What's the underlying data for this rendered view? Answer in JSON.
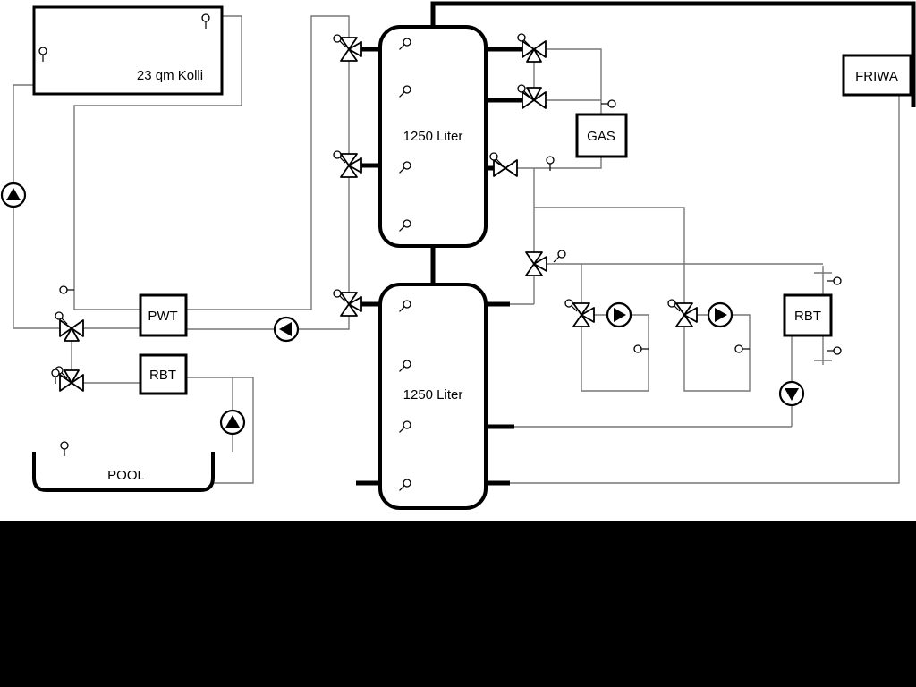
{
  "diagram": {
    "collector": {
      "label": "23 qm Kolli"
    },
    "tank_top": {
      "label": "1250 Liter"
    },
    "tank_bottom": {
      "label": "1250 Liter"
    },
    "gas": {
      "label": "GAS"
    },
    "friwa": {
      "label": "FRIWA"
    },
    "pwt": {
      "label": "PWT"
    },
    "rbt_left": {
      "label": "RBT"
    },
    "rbt_right": {
      "label": "RBT"
    },
    "pool": {
      "label": "POOL"
    }
  },
  "colors": {
    "pipe_thin": "#777777",
    "pipe_thick": "#000000",
    "background": "#ffffff",
    "mask": "#000000"
  }
}
